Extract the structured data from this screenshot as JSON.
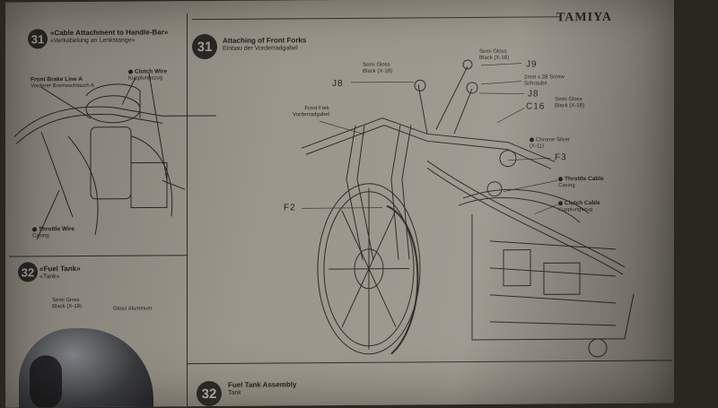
{
  "brand": "TAMIYA",
  "step31_small": {
    "number": "31",
    "title_en": "«Cable Attachment to Handle-Bar»",
    "title_de": "«Verkabelung an Lenkstange»",
    "labels": {
      "brake_line_en": "Front Brake Line A",
      "brake_line_de": "Vorderer Bremsschlauch A",
      "clutch_en": "Clutch Wire",
      "clutch_de": "Kupplungszug",
      "throttle_en": "Throttle Wire",
      "throttle_de": "Casing"
    }
  },
  "step32_small": {
    "number": "32",
    "title_en": "«Fuel Tank»",
    "title_de": "«Tank»",
    "paint1_en": "Semi Gloss",
    "paint1_code": "Black (X-18)",
    "paint2": "Gloss Aluminum"
  },
  "step31_main": {
    "number": "31",
    "title_en": "Attaching of Front Forks",
    "title_de": "Einbau der Vorderradgabel",
    "labels": {
      "semi_gloss_left_1": "Semi Gloss",
      "semi_gloss_left_2": "Black (X-18)",
      "semi_gloss_top_1": "Semi Gloss",
      "semi_gloss_top_2": "Black (X-18)",
      "screw_en": "2mm x 28 Screw",
      "screw_de": "Schraube",
      "semi_gloss_right_1": "Semi Gloss",
      "semi_gloss_right_2": "Black (X-18)",
      "front_fork_en": "Front Fork",
      "front_fork_de": "Vorderradgabel",
      "chrome_1": "Chrome Silver",
      "chrome_2": "(X-11)",
      "throttle_en": "Throttle Cable",
      "throttle_de": "Casing",
      "clutch_en": "Clutch Cable",
      "clutch_de": "Kupplungszug"
    },
    "parts": {
      "j9": "J9",
      "j8_left": "J8",
      "j8_right": "J8",
      "c16": "C16",
      "f3": "F3",
      "f2": "F2"
    }
  },
  "step32_main": {
    "number": "32",
    "title_en": "Fuel Tank Assembly",
    "title_de": "Tank"
  }
}
